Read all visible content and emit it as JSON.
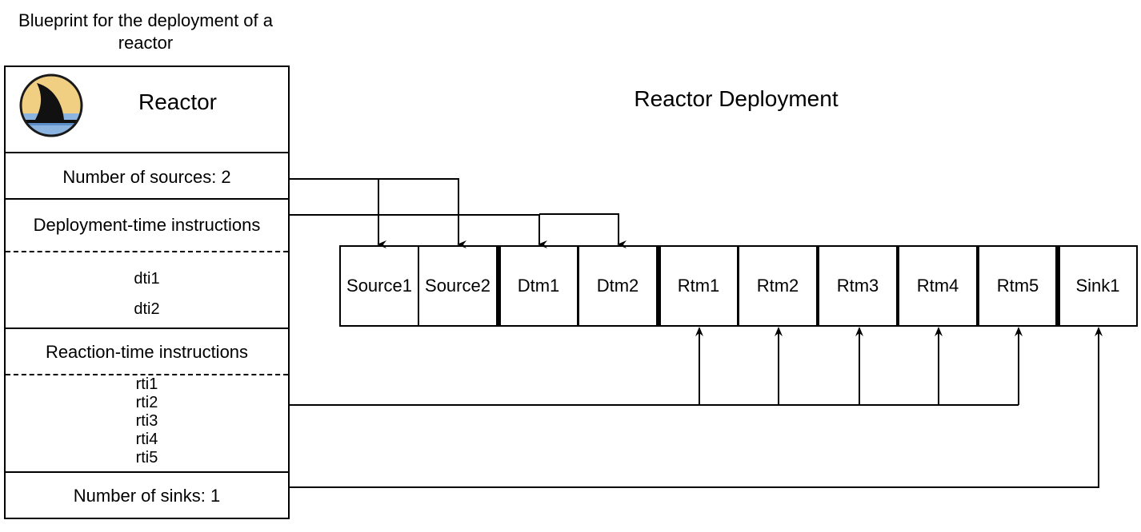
{
  "blueprint": {
    "title": "Blueprint for the deployment of a reactor",
    "reactor_label": "Reactor",
    "logo_icon": "shark-fin-logo",
    "sources": "Number of sources: 2",
    "dti_header": "Deployment-time instructions",
    "dti": [
      "dti1",
      "dti2"
    ],
    "rti_header": "Reaction-time instructions",
    "rti": [
      "rti1",
      "rti2",
      "rti3",
      "rti4",
      "rti5"
    ],
    "sinks": "Number of sinks: 1"
  },
  "deployment": {
    "title": "Reactor Deployment",
    "cells": [
      "Source1",
      "Source2",
      "Dtm1",
      "Dtm2",
      "Rtm1",
      "Rtm2",
      "Rtm3",
      "Rtm4",
      "Rtm5",
      "Sink1"
    ]
  },
  "colors": {
    "logo_sky": "#F0CF82",
    "logo_water": "#8BB5E0",
    "logo_fin": "#111111",
    "logo_ring": "#1a1a1a"
  }
}
